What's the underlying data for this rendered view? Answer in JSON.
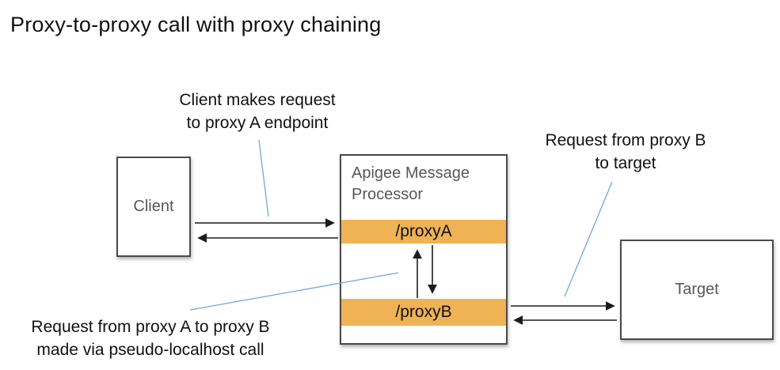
{
  "title": "Proxy-to-proxy call with proxy chaining",
  "nodes": {
    "client": {
      "label": "Client"
    },
    "message_processor": {
      "title": "Apigee Message Processor",
      "endpoints": [
        {
          "label": "/proxyA"
        },
        {
          "label": "/proxyB"
        }
      ]
    },
    "target": {
      "label": "Target"
    }
  },
  "annotations": {
    "client_request": "Client makes request\nto proxy A endpoint",
    "proxy_b_to_target": "Request from proxy B\nto target",
    "pseudo_localhost": "Request from proxy A to proxy B\nmade via pseudo-localhost call"
  },
  "colors": {
    "endpoint_bar": "#EFB254",
    "leader_line": "#6FA8DC",
    "box_border": "#4A4A4A",
    "box_label": "#55585B",
    "text": "#111111"
  }
}
